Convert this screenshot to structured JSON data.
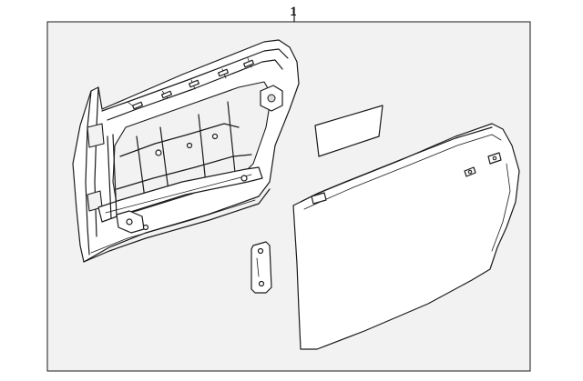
{
  "diagram": {
    "callout_label": "1",
    "colors": {
      "background": "#ffffff",
      "frame_background": "#f2f2f2",
      "line": "#1a1a1a"
    },
    "parts": [
      "door-inner-frame",
      "door-outer-panel",
      "window-sealing-strip",
      "door-check-bracket"
    ]
  }
}
